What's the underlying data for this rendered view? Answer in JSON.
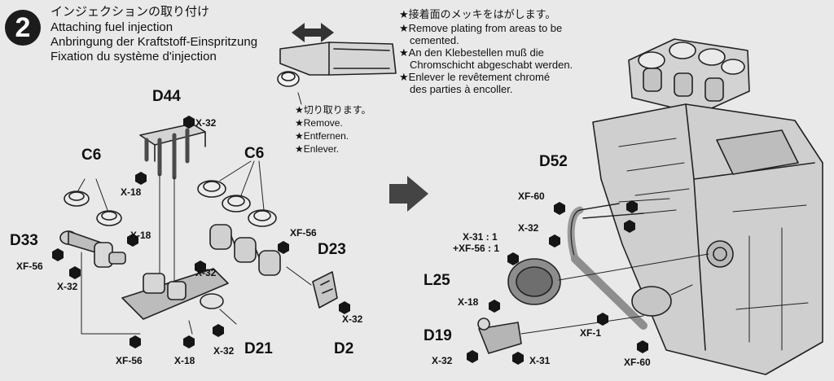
{
  "step": {
    "number": "2"
  },
  "title": {
    "ja": "インジェクションの取り付け",
    "en": "Attaching fuel injection",
    "de": "Anbringung der Kraftstoff-Einspritzung",
    "fr": "Fixation du système d'injection"
  },
  "note_plating": [
    "★接着面のメッキをはがします。",
    "★Remove plating from areas to be",
    "cemented.",
    "★An den Klebestellen muß die",
    "Chromschicht abgeschabt werden.",
    "★Enlever le revêtement chromé",
    "des parties à encoller."
  ],
  "note_remove": [
    "★切り取ります。",
    "★Remove.",
    "★Entfernen.",
    "★Enlever."
  ],
  "parts": {
    "d44": "D44",
    "c6_left": "C6",
    "c6_right": "C6",
    "d33": "D33",
    "d23": "D23",
    "d21": "D21",
    "d2": "D2",
    "d52": "D52",
    "l25": "L25",
    "d19": "D19"
  },
  "screws": {
    "x32_top": "X-32",
    "x18_left": "X-18",
    "x18_d33": "X-18",
    "xf56_d33": "XF-56",
    "x32_d33": "X-32",
    "xf56_c6": "XF-56",
    "x32_c6": "X-32",
    "x32_d2": "X-32",
    "xf56_bottom": "XF-56",
    "x18_bottom": "X-18",
    "x32_bottom": "X-32",
    "xf60_d52": "XF-60",
    "x32_d52": "X-32",
    "mix_1": "X-31 : 1",
    "mix_2": "+XF-56 : 1",
    "x18_l25": "X-18",
    "xf1": "XF-1",
    "xf60_bottom": "XF-60",
    "x32_d19": "X-32",
    "x31_d19": "X-31"
  },
  "icons": [
    "step-circle",
    "double-arrow-icon",
    "proceed-arrow-icon",
    "paint-dot-icon"
  ]
}
